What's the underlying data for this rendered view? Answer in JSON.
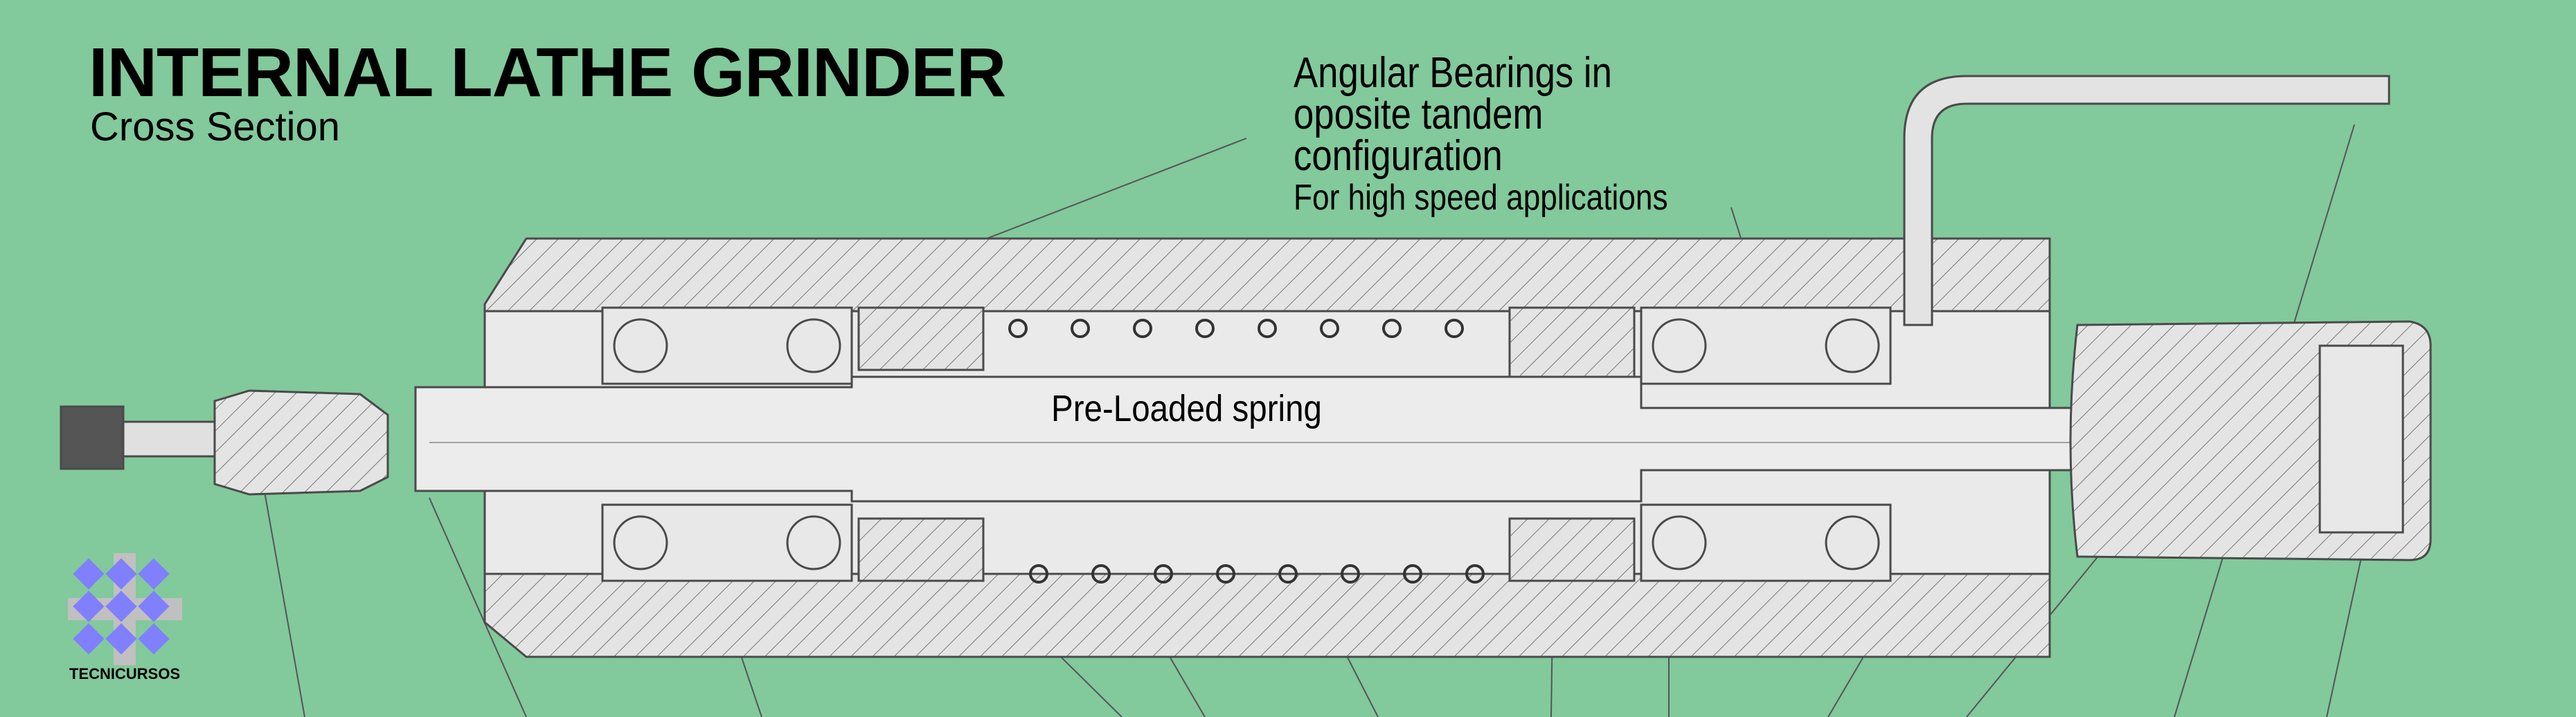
{
  "title": "INTERNAL LATHE GRINDER",
  "subtitle": "Cross Section",
  "annotation": {
    "lines": [
      "Angular Bearings in",
      "oposite tandem",
      "configuration"
    ],
    "sub": "For high speed applications"
  },
  "spring_label": "Pre-Loaded spring",
  "logo": {
    "text": "TECNICURSOS"
  },
  "colors": {
    "background": "#82c99c",
    "drawing": "#e6e6e6",
    "line": "#4a4a4a",
    "logo_diamond": "#8080ff",
    "logo_square": "#c0c0c0"
  }
}
